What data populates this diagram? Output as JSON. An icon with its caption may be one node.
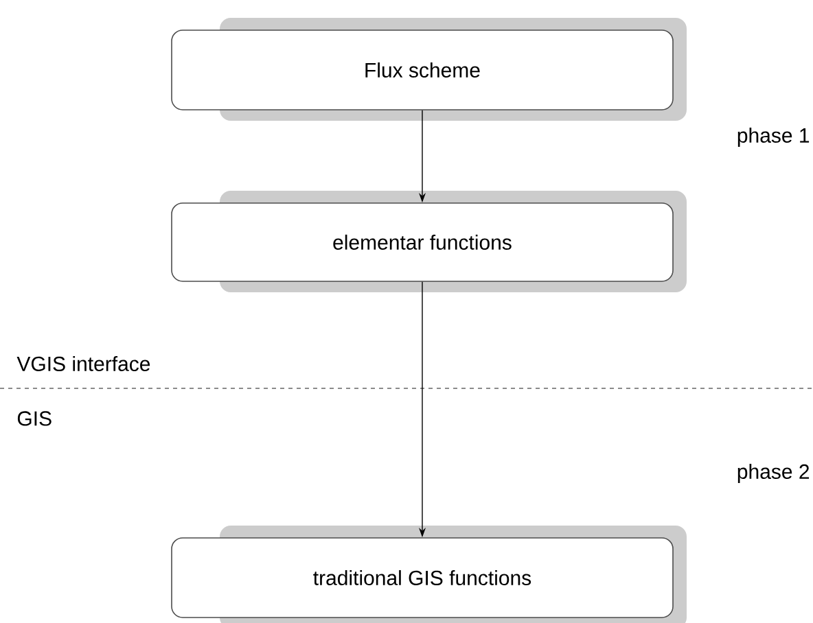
{
  "diagram": {
    "nodes": [
      {
        "text": [
          "Flux scheme"
        ]
      },
      {
        "text": [
          "elementar functions"
        ]
      },
      {
        "text": [
          "traditional GIS functions"
        ]
      }
    ],
    "edges": [
      {
        "from": 0,
        "to": 1,
        "arrow": "to"
      },
      {
        "from": 1,
        "to": 2,
        "arrow": "to"
      }
    ],
    "labels": [
      "phase 1",
      "VGIS interface",
      "GIS",
      "phase 2"
    ]
  }
}
